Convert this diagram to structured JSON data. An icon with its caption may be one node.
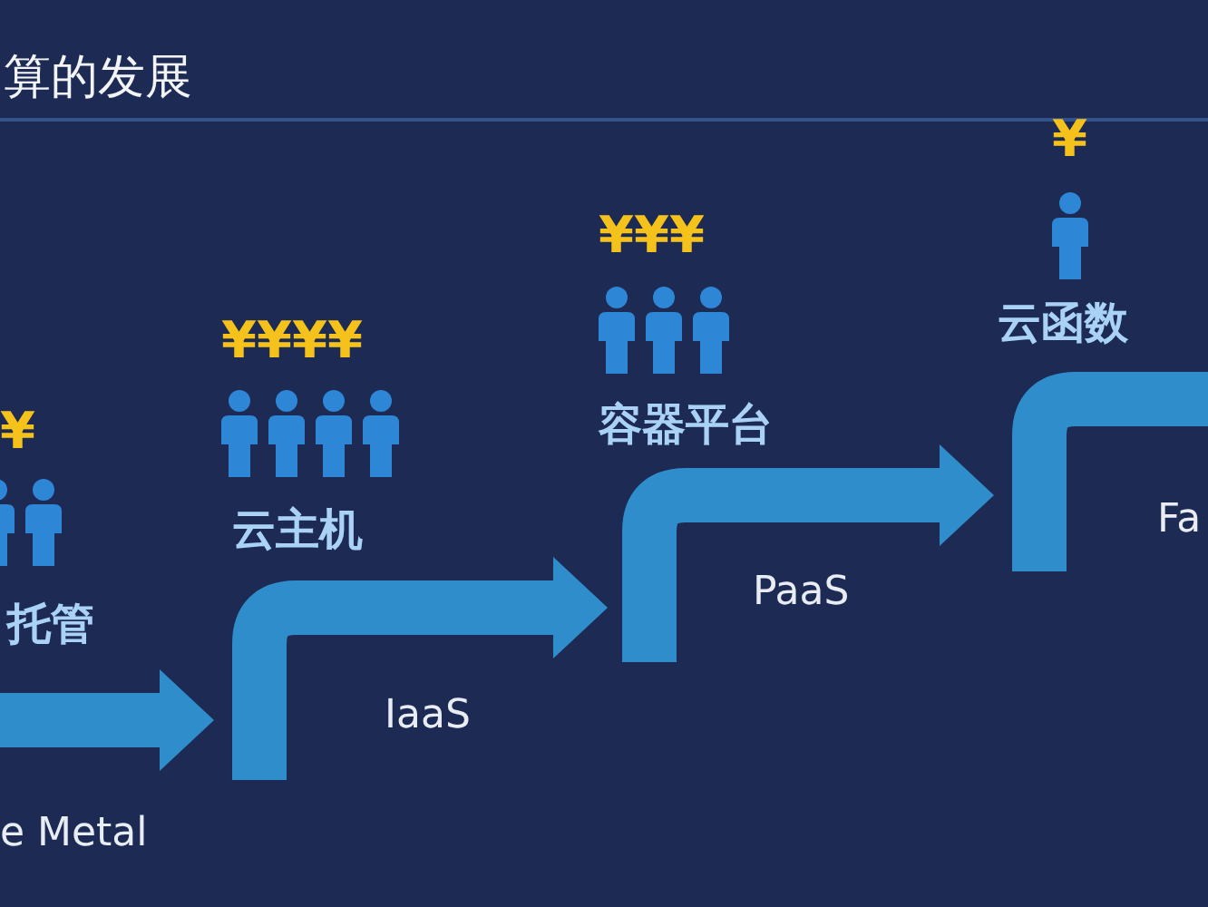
{
  "diagram": {
    "labels": [
      "算的发展",
      "¥",
      "¥¥¥¥",
      "¥¥¥",
      "¥",
      "托管",
      "云主机",
      "容器平台",
      "云函数",
      "e Metal",
      "IaaS",
      "PaaS",
      "Fa"
    ]
  }
}
